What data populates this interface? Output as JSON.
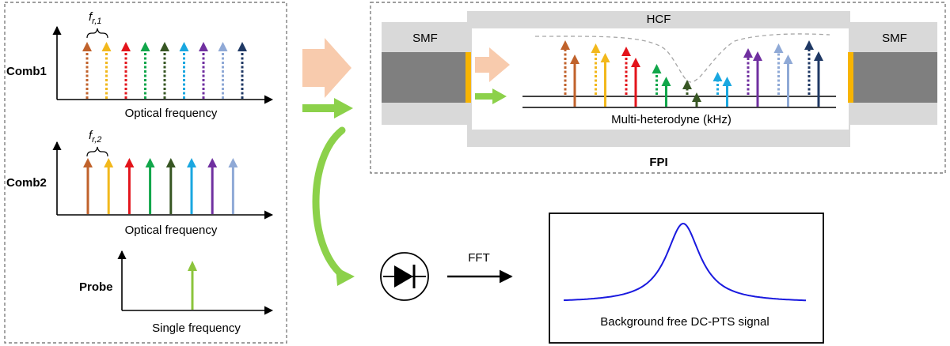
{
  "left_panel": {
    "comb1": {
      "label": "Comb1",
      "axis_label": "Optical frequency",
      "spacing_label_main": "f",
      "spacing_label_sub": "r,1",
      "line_colors": [
        "#c0622b",
        "#f2b81c",
        "#e3141b",
        "#11a64a",
        "#375623",
        "#1aa7e0",
        "#7030a0",
        "#8fa9d6",
        "#1f3864"
      ],
      "style": "dotted"
    },
    "comb2": {
      "label": "Comb2",
      "axis_label": "Optical frequency",
      "spacing_label_main": "f",
      "spacing_label_sub": "r,2",
      "line_colors": [
        "#c0622b",
        "#f2b81c",
        "#e3141b",
        "#11a64a",
        "#375623",
        "#1aa7e0",
        "#7030a0",
        "#8fa9d6",
        "#1f3864"
      ],
      "style": "solid"
    },
    "probe": {
      "label": "Probe",
      "axis_label": "Single frequency",
      "line_color": "#8cc43c"
    }
  },
  "fpi": {
    "title": "FPI",
    "hcf_label": "HCF",
    "smf_left_label": "SMF",
    "smf_right_label": "SMF",
    "heterodyne_label": "Multi-heterodyne (kHz)",
    "mirror_color": "#f8b400",
    "fiber_core_color": "#7f7f7f",
    "cladding_color": "#d9d9d9"
  },
  "detection": {
    "fft_label": "FFT",
    "signal_label": "Background free DC-PTS signal",
    "signal_color": "#1a1adf"
  },
  "colors": {
    "beam_pump": "#f8cbad",
    "beam_probe": "#8cd14a",
    "dashed_box": "#7f7f7f"
  }
}
